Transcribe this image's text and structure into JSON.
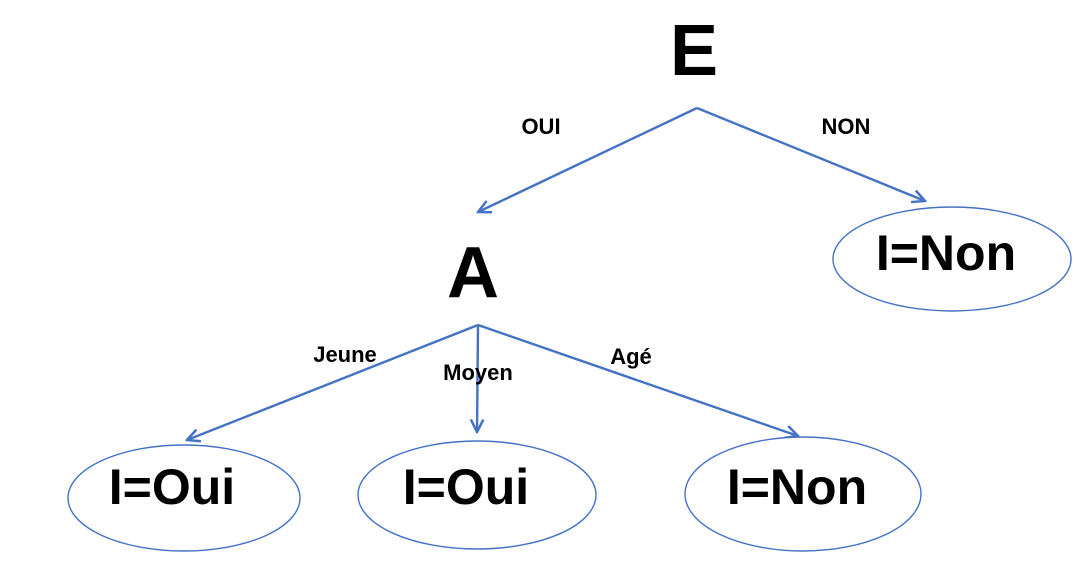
{
  "diagram": {
    "type": "decision-tree",
    "background_color": "#ffffff",
    "line_color": "#4472C4",
    "text_color": "#000000",
    "root_node": {
      "label": "E"
    },
    "internal_node": {
      "label": "A"
    },
    "leaves": {
      "top_right": {
        "label": "I=Non"
      },
      "bottom_left": {
        "label": "I=Oui"
      },
      "bottom_middle": {
        "label": "I=Oui"
      },
      "bottom_right": {
        "label": "I=Non"
      }
    },
    "edges": {
      "oui": {
        "label": "OUI",
        "from": "E",
        "to": "A"
      },
      "non": {
        "label": "NON",
        "from": "E",
        "to": "I=Non"
      },
      "jeune": {
        "label": "Jeune",
        "from": "A",
        "to": "I=Oui"
      },
      "moyen": {
        "label": "Moyen",
        "from": "A",
        "to": "I=Oui"
      },
      "age": {
        "label": "Agé",
        "from": "A",
        "to": "I=Non"
      }
    }
  }
}
